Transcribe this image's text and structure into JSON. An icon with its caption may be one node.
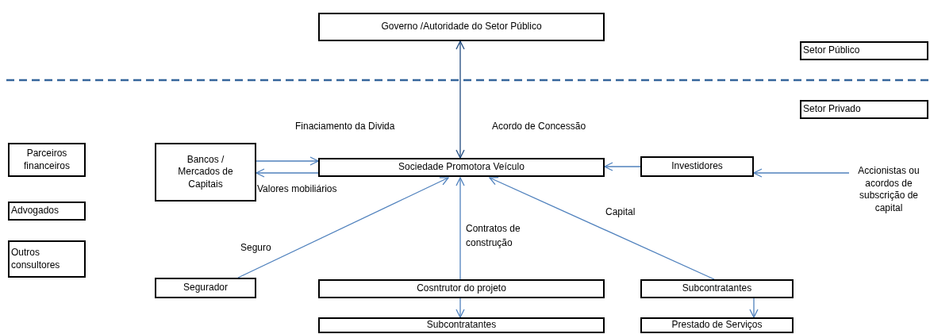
{
  "diagram": {
    "nodes": [
      {
        "text": [
          "Governo /Autoridade do Setor Público"
        ]
      },
      {
        "text": [
          "Setor Público"
        ]
      },
      {
        "text": [
          "Setor Privado"
        ]
      },
      {
        "text": [
          "Parceiros financeiros"
        ]
      },
      {
        "text": [
          "Bancos / Mercados de Capitais"
        ]
      },
      {
        "text": [
          "Sociedade Promotora Veículo"
        ]
      },
      {
        "text": [
          "Investidores"
        ]
      },
      {
        "text": [
          "Accionistas ou acordos de subscrição de capital"
        ]
      },
      {
        "text": [
          "Advogados"
        ]
      },
      {
        "text": [
          "Outros consultores"
        ]
      },
      {
        "text": [
          "Segurador"
        ]
      },
      {
        "text": [
          "Cosntrutor do projeto"
        ]
      },
      {
        "text": [
          "Subcontratantes"
        ]
      },
      {
        "text": [
          "Subcontratantes"
        ]
      },
      {
        "text": [
          "Prestado de Serviços"
        ]
      }
    ],
    "edges": [
      {
        "from": 5,
        "to": 0,
        "arrow": "both",
        "label": "Acordo de Concessão",
        "color": "#1f497d"
      },
      {
        "from": 4,
        "to": 5,
        "arrow": "to",
        "label": "Finaciamento da Divida"
      },
      {
        "from": 5,
        "to": 4,
        "arrow": "to",
        "label": "Valores mobiliários"
      },
      {
        "from": 6,
        "to": 5,
        "arrow": "to"
      },
      {
        "from": 7,
        "to": 6,
        "arrow": "to"
      },
      {
        "from": 10,
        "to": 5,
        "arrow": "to",
        "label": "Seguro"
      },
      {
        "from": 11,
        "to": 5,
        "arrow": "to",
        "label": "Contratos de construção"
      },
      {
        "from": 12,
        "to": 5,
        "arrow": "to",
        "label": "Capital"
      },
      {
        "from": 11,
        "to": 13,
        "arrow": "to"
      },
      {
        "from": 12,
        "to": 14,
        "arrow": "to"
      }
    ]
  }
}
